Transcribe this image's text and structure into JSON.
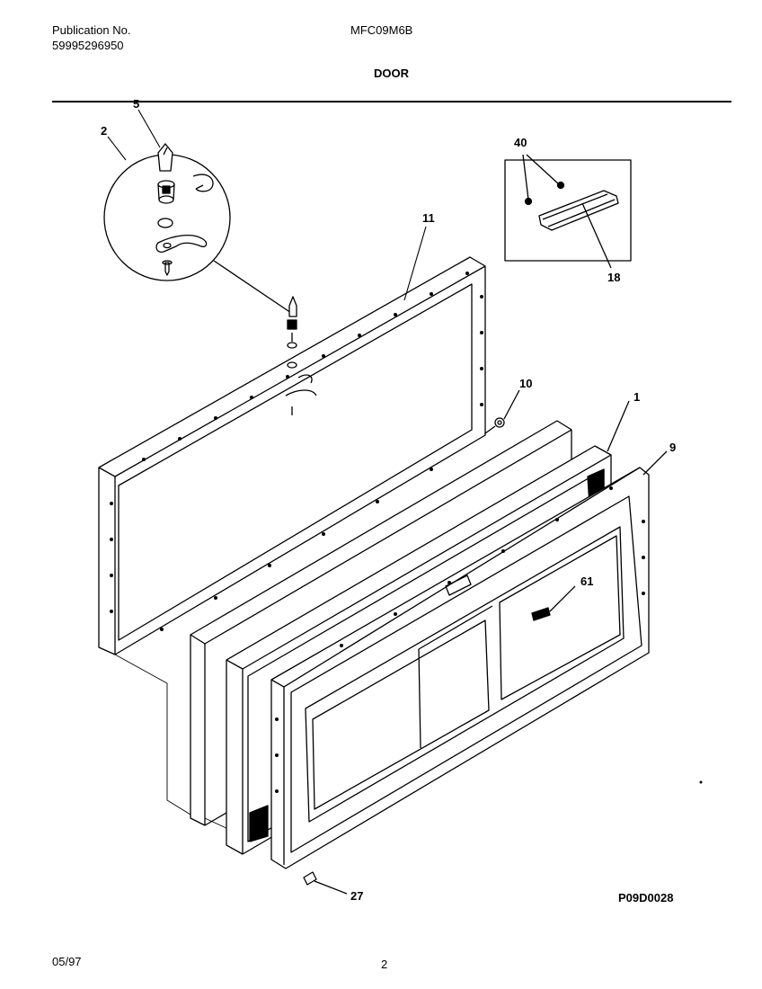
{
  "header": {
    "publication_label": "Publication No.",
    "publication_number": "59995296950",
    "model": "MFC09M6B",
    "section_title": "DOOR"
  },
  "footer": {
    "drawing_code": "P09D0028",
    "date": "05/97",
    "page_number": "2"
  },
  "callouts": {
    "c2": "2",
    "c5": "5",
    "c11": "11",
    "c40": "40",
    "c18": "18",
    "c10": "10",
    "c1": "1",
    "c9": "9",
    "c61": "61",
    "c27": "27"
  }
}
